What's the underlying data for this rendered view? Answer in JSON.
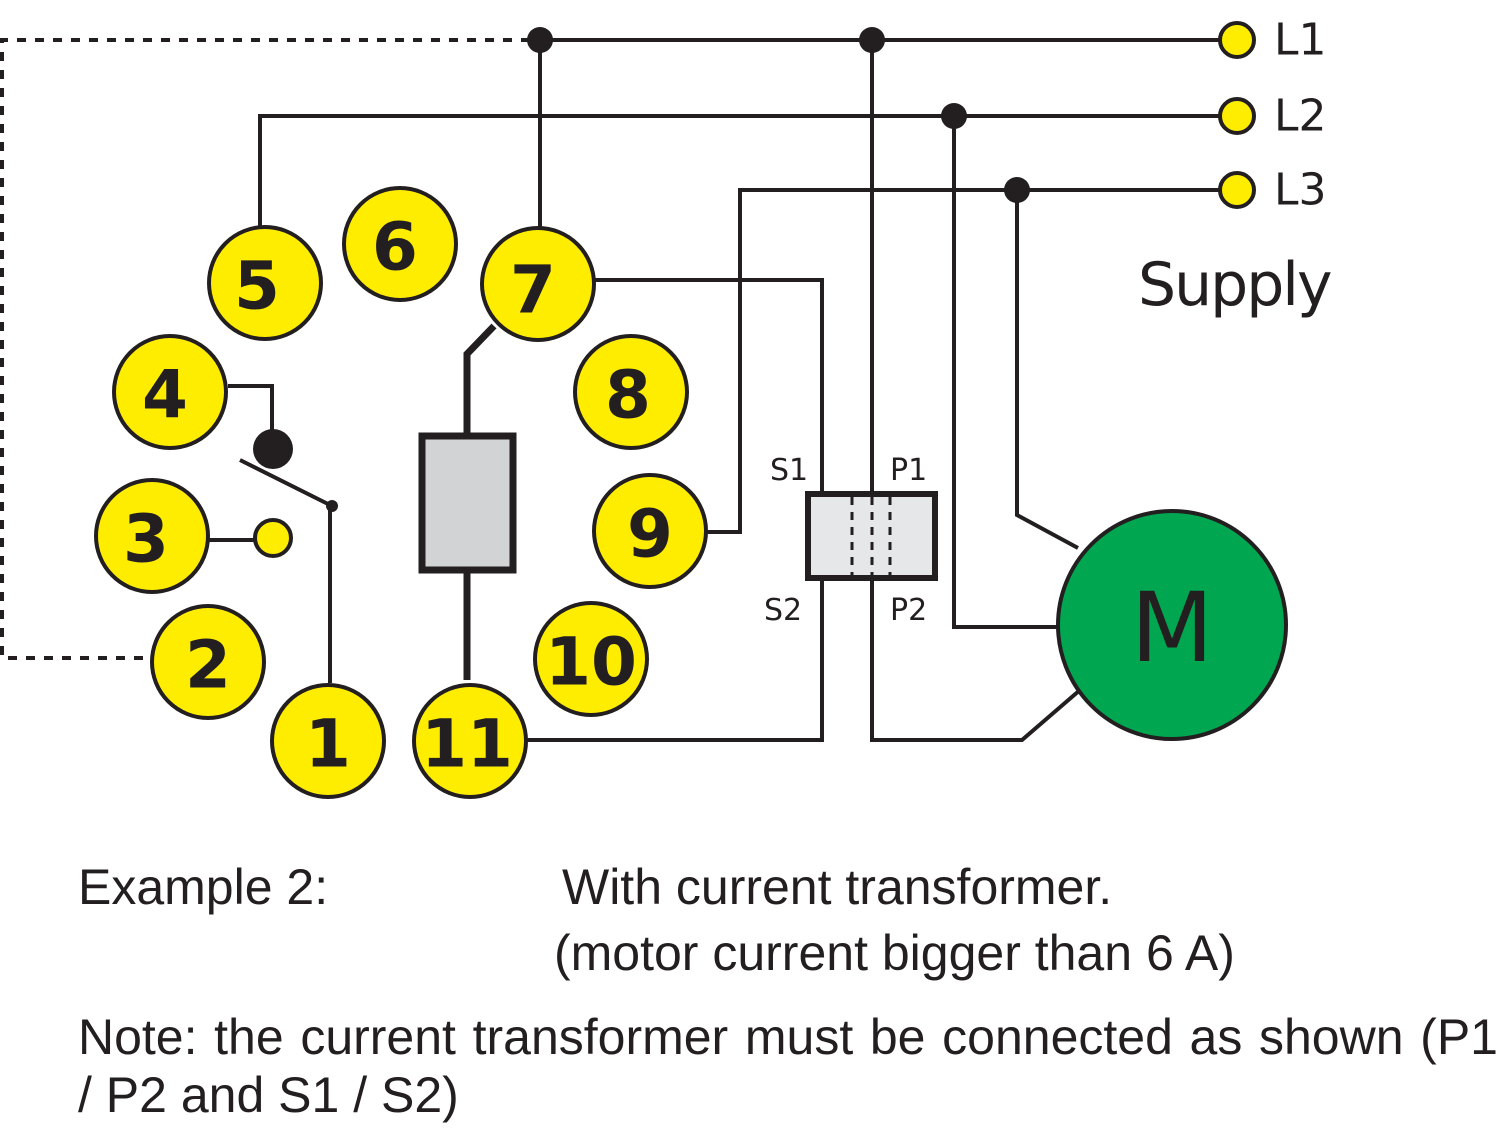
{
  "supply": {
    "label": "Supply",
    "lines": [
      "L1",
      "L2",
      "L3"
    ]
  },
  "pins": [
    "1",
    "2",
    "3",
    "4",
    "5",
    "6",
    "7",
    "8",
    "9",
    "10",
    "11"
  ],
  "current_transformer": {
    "s1": "S1",
    "s2": "S2",
    "p1": "P1",
    "p2": "P2"
  },
  "motor": {
    "label": "M"
  },
  "colors": {
    "pin_fill": "#ffed00",
    "motor_fill": "#00a650",
    "coil_fill": "#d1d3d4",
    "line": "#231f20"
  },
  "caption": {
    "example": "Example 2:",
    "title": "With current transformer.",
    "subtitle": "(motor current bigger than 6 A)",
    "note": "Note: the current transformer must be connected as shown  (P1 / P2 and S1 / S2)"
  }
}
